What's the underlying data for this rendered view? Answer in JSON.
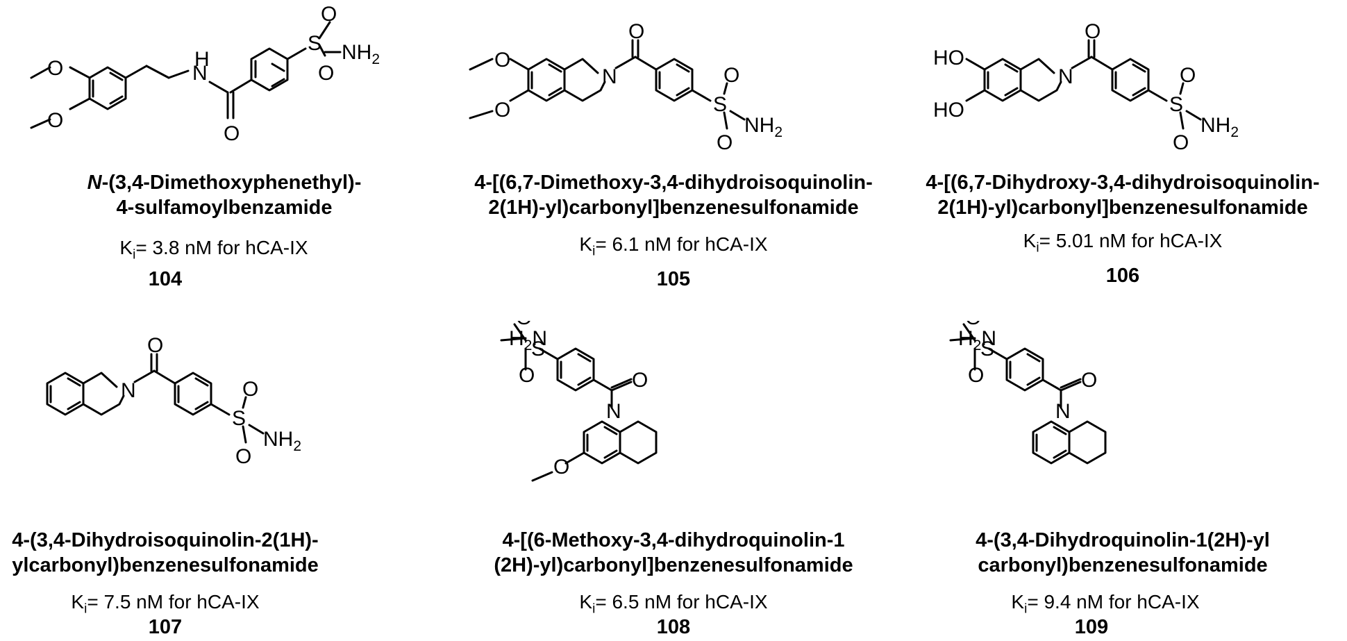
{
  "compounds": [
    {
      "number": "104",
      "name_italic": "N",
      "name_line1": "-(3,4-Dimethoxyphenethyl)-",
      "name_line2": "4-sulfamoylbenzamide",
      "ki_value": "= 3.8 nM for hCA-IX"
    },
    {
      "number": "105",
      "name_italic": "",
      "name_line1": "4-[(6,7-Dimethoxy-3,4-dihydroisoquinolin-",
      "name_line2": "2(1H)-yl)carbonyl]benzenesulfonamide",
      "ki_value": "= 6.1 nM for hCA-IX"
    },
    {
      "number": "106",
      "name_italic": "",
      "name_line1": "4-[(6,7-Dihydroxy-3,4-dihydroisoquinolin-",
      "name_line2": "2(1H)-yl)carbonyl]benzenesulfonamide",
      "ki_value": "= 5.01 nM for hCA-IX"
    },
    {
      "number": "107",
      "name_italic": "",
      "name_line1": "4-(3,4-Dihydroisoquinolin-2(1H)-",
      "name_line2": "ylcarbonyl)benzenesulfonamide",
      "ki_value": "= 7.5 nM for hCA-IX"
    },
    {
      "number": "108",
      "name_italic": "",
      "name_line1": "4-[(6-Methoxy-3,4-dihydroquinolin-1",
      "name_line2": "(2H)-yl)carbonyl]benzenesulfonamide",
      "ki_value": "= 6.5 nM for hCA-IX"
    },
    {
      "number": "109",
      "name_italic": "",
      "name_line1": "4-(3,4-Dihydroquinolin-1(2H)-yl",
      "name_line2": "carbonyl)benzenesulfonamide",
      "ki_value": "= 9.4 nM for hCA-IX"
    }
  ],
  "ki_letter": "K",
  "ki_subscript": "i",
  "atoms": {
    "n": "N",
    "h": "H",
    "o": "O",
    "s": "S",
    "ho": "HO",
    "nh": "NH",
    "h2n": "H",
    "two": "2"
  }
}
